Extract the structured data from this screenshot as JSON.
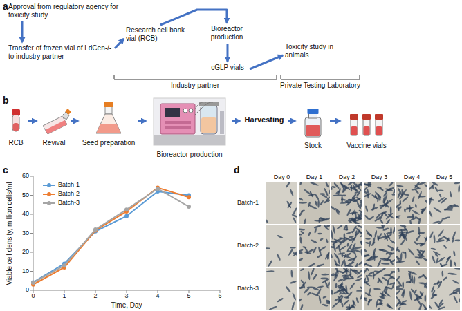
{
  "diagram": {
    "nodes": [
      {
        "text": [
          "Approval from regulatory agency for toxicity study"
        ]
      },
      {
        "text": [
          "Transfer of frozen vial of LdCen-/- to industry partner"
        ]
      },
      {
        "text": [
          "Research cell bank vial (RCB)"
        ]
      },
      {
        "text": [
          "Bioreactor production"
        ]
      },
      {
        "text": [
          "cGLP vials"
        ]
      },
      {
        "text": [
          "Toxicity study in animals"
        ]
      },
      {
        "text": [
          "RCB"
        ]
      },
      {
        "text": [
          "Revival"
        ]
      },
      {
        "text": [
          "Seed preparation"
        ]
      },
      {
        "text": [
          "Bioreactor production"
        ]
      },
      {
        "text": [
          "Harvesting"
        ]
      },
      {
        "text": [
          "Stock"
        ]
      },
      {
        "text": [
          "Vaccine vials"
        ]
      }
    ],
    "edges": [
      {
        "from": 0,
        "to": 1,
        "arrow": "to"
      },
      {
        "from": 1,
        "to": 2,
        "arrow": "to"
      },
      {
        "from": 2,
        "to": 3,
        "arrow": "to"
      },
      {
        "from": 3,
        "to": 4,
        "arrow": "to"
      },
      {
        "from": 4,
        "to": 5,
        "arrow": "to"
      },
      {
        "from": 6,
        "to": 7,
        "arrow": "to"
      },
      {
        "from": 7,
        "to": 8,
        "arrow": "to"
      },
      {
        "from": 8,
        "to": 9,
        "arrow": "to"
      },
      {
        "from": 9,
        "to": 10,
        "arrow": "to"
      },
      {
        "from": 10,
        "to": 11,
        "arrow": "to"
      },
      {
        "from": 11,
        "to": 12,
        "arrow": "to"
      }
    ],
    "labels": [
      "a",
      "b",
      "c",
      "d",
      "Industry partner",
      "Private Testing Laboratory",
      "Viable cell density, million cells/ml",
      "Time, Day",
      "0",
      "10",
      "20",
      "30",
      "40",
      "50",
      "60",
      "0",
      "1",
      "2",
      "3",
      "4",
      "5",
      "6",
      "Day 0",
      "Day 1",
      "Day 2",
      "Day 3",
      "Day 4",
      "Day 5",
      "Batch-1",
      "Batch-2",
      "Batch-3"
    ],
    "legend": [
      {
        "text": "Batch-1"
      },
      {
        "text": "Batch-2"
      },
      {
        "text": "Batch-3"
      }
    ]
  }
}
